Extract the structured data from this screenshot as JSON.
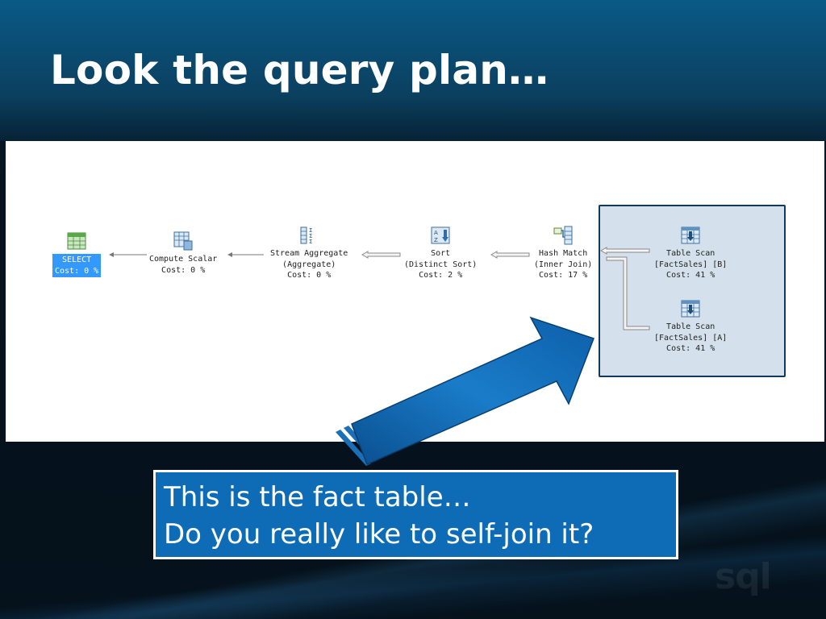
{
  "slide": {
    "title": "Look the query plan…"
  },
  "plan": {
    "nodes": [
      {
        "id": "select",
        "lines": [
          "SELECT",
          "Cost: 0 %"
        ],
        "icon": "select-grid-icon"
      },
      {
        "id": "compute_scalar",
        "lines": [
          "Compute Scalar",
          "Cost: 0 %"
        ],
        "icon": "compute-scalar-icon"
      },
      {
        "id": "stream_aggregate",
        "lines": [
          "Stream Aggregate",
          "(Aggregate)",
          "Cost: 0 %"
        ],
        "icon": "stream-aggregate-icon"
      },
      {
        "id": "sort",
        "lines": [
          "Sort",
          "(Distinct Sort)",
          "Cost: 2 %"
        ],
        "icon": "sort-icon"
      },
      {
        "id": "hash_match",
        "lines": [
          "Hash Match",
          "(Inner Join)",
          "Cost: 17 %"
        ],
        "icon": "hash-match-icon"
      },
      {
        "id": "table_scan_b",
        "lines": [
          "Table Scan",
          "[FactSales] [B]",
          "Cost: 41 %"
        ],
        "icon": "table-scan-icon"
      },
      {
        "id": "table_scan_a",
        "lines": [
          "Table Scan",
          "[FactSales] [A]",
          "Cost: 41 %"
        ],
        "icon": "table-scan-icon"
      }
    ]
  },
  "callout": {
    "line1": "This is the fact table…",
    "line2": "Do you really like to self-join it?"
  },
  "colors": {
    "callout_bg": "#0e6bb5",
    "highlight_bg": "#d4e1ec",
    "highlight_border": "#12395c",
    "select_highlight": "#3399ff",
    "arrow_blue": "#0d5fa8"
  },
  "logo": {
    "text": "sql"
  }
}
